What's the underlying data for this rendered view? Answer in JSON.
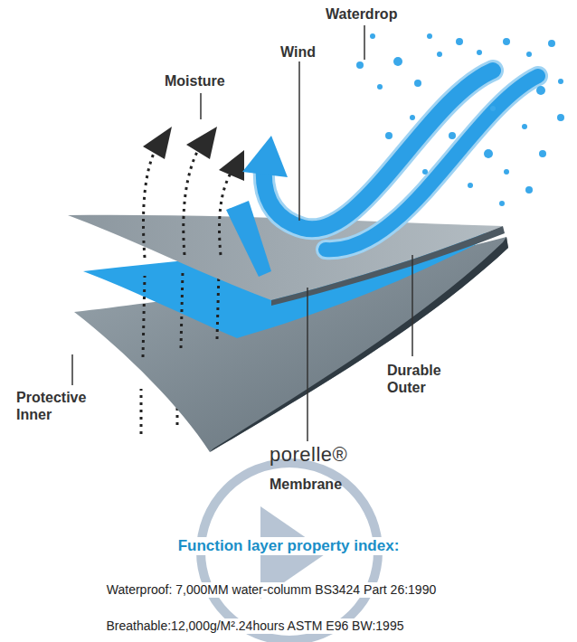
{
  "diagram": {
    "labels": [
      "Waterdrop",
      "Wind",
      "Moisture",
      "Durable Outer",
      "Protective Inner",
      "porelle®",
      "Membrane",
      "Function layer property index:",
      "Waterproof: 7,000MM water-columm BS3424 Part 26:1990",
      "Breathable:12,000g/M².24hours ASTM E96 BW:1995"
    ]
  }
}
